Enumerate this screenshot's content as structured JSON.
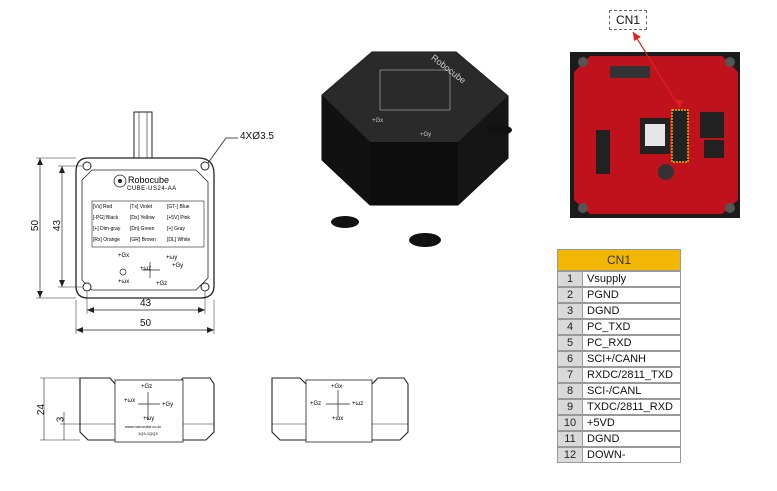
{
  "drawing": {
    "hole_spec": "4XØ3.5",
    "dim_outer": "50",
    "dim_inner": "43",
    "dim_height": "24",
    "dim_base": "3",
    "brand": "Robocube",
    "model": "CUBE-US24-AA",
    "wire_colors": [
      [
        "[Vs] Red",
        "[Tx] Violet",
        "[GT-] Blue"
      ],
      [
        "[-PG] Black",
        "[Ds] Yellow",
        "[+5V] Pink"
      ],
      [
        "[+] Dim-gray",
        "[Dn] Green",
        "[+] Gray"
      ],
      [
        "[Rx] Orange",
        "[GR] Brown",
        "[DL] White"
      ]
    ],
    "axes": {
      "gx": "+Gx",
      "gy": "+Gy",
      "gz": "+Gz",
      "wx": "+ωx",
      "wy": "+ωy",
      "wz": "+ωz"
    },
    "website": "www.robocube.co.kr",
    "small_code": "1Q3-1QQ3"
  },
  "callout": "CN1",
  "pin_table": {
    "header": "CN1",
    "rows": [
      {
        "num": "1",
        "name": "Vsupply"
      },
      {
        "num": "2",
        "name": "PGND"
      },
      {
        "num": "3",
        "name": "DGND"
      },
      {
        "num": "4",
        "name": "PC_TXD"
      },
      {
        "num": "5",
        "name": "PC_RXD"
      },
      {
        "num": "6",
        "name": "SCI+/CANH"
      },
      {
        "num": "7",
        "name": "RXDC/2811_TXD"
      },
      {
        "num": "8",
        "name": "SCI-/CANL"
      },
      {
        "num": "9",
        "name": "TXDC/2811_RXD"
      },
      {
        "num": "10",
        "name": "+5VD"
      },
      {
        "num": "11",
        "name": "DGND"
      },
      {
        "num": "12",
        "name": "DOWN-"
      }
    ]
  },
  "colors": {
    "table_header": "#f2b705",
    "pcb_red": "#c0121c",
    "housing": "#111111",
    "arrow": "#e02020"
  }
}
